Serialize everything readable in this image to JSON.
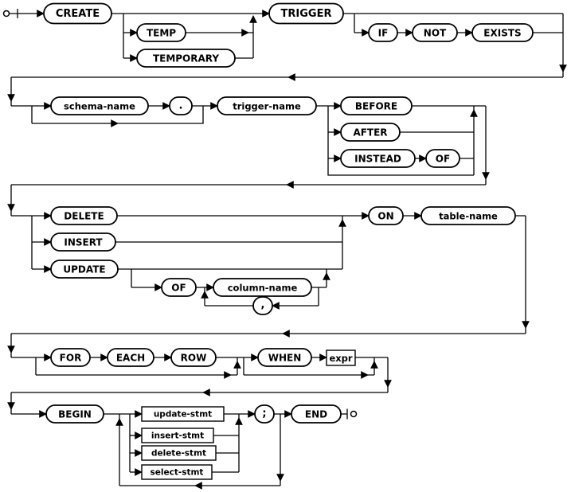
{
  "diagram": {
    "colors": {
      "line": "#000000",
      "background": "#ffffff"
    },
    "nodes": {
      "create": "CREATE",
      "temp": "TEMP",
      "temporary": "TEMPORARY",
      "trigger": "TRIGGER",
      "if": "IF",
      "not": "NOT",
      "exists": "EXISTS",
      "schema_name": "schema-name",
      "dot": ".",
      "trigger_name": "trigger-name",
      "before": "BEFORE",
      "after": "AFTER",
      "instead": "INSTEAD",
      "of": "OF",
      "delete": "DELETE",
      "insert": "INSERT",
      "update": "UPDATE",
      "of2": "OF",
      "column_name": "column-name",
      "comma": ",",
      "on": "ON",
      "table_name": "table-name",
      "for": "FOR",
      "each": "EACH",
      "row": "ROW",
      "when": "WHEN",
      "expr": "expr",
      "begin": "BEGIN",
      "update_stmt": "update-stmt",
      "insert_stmt": "insert-stmt",
      "delete_stmt": "delete-stmt",
      "select_stmt": "select-stmt",
      "semicolon": ";",
      "end": "END"
    }
  }
}
